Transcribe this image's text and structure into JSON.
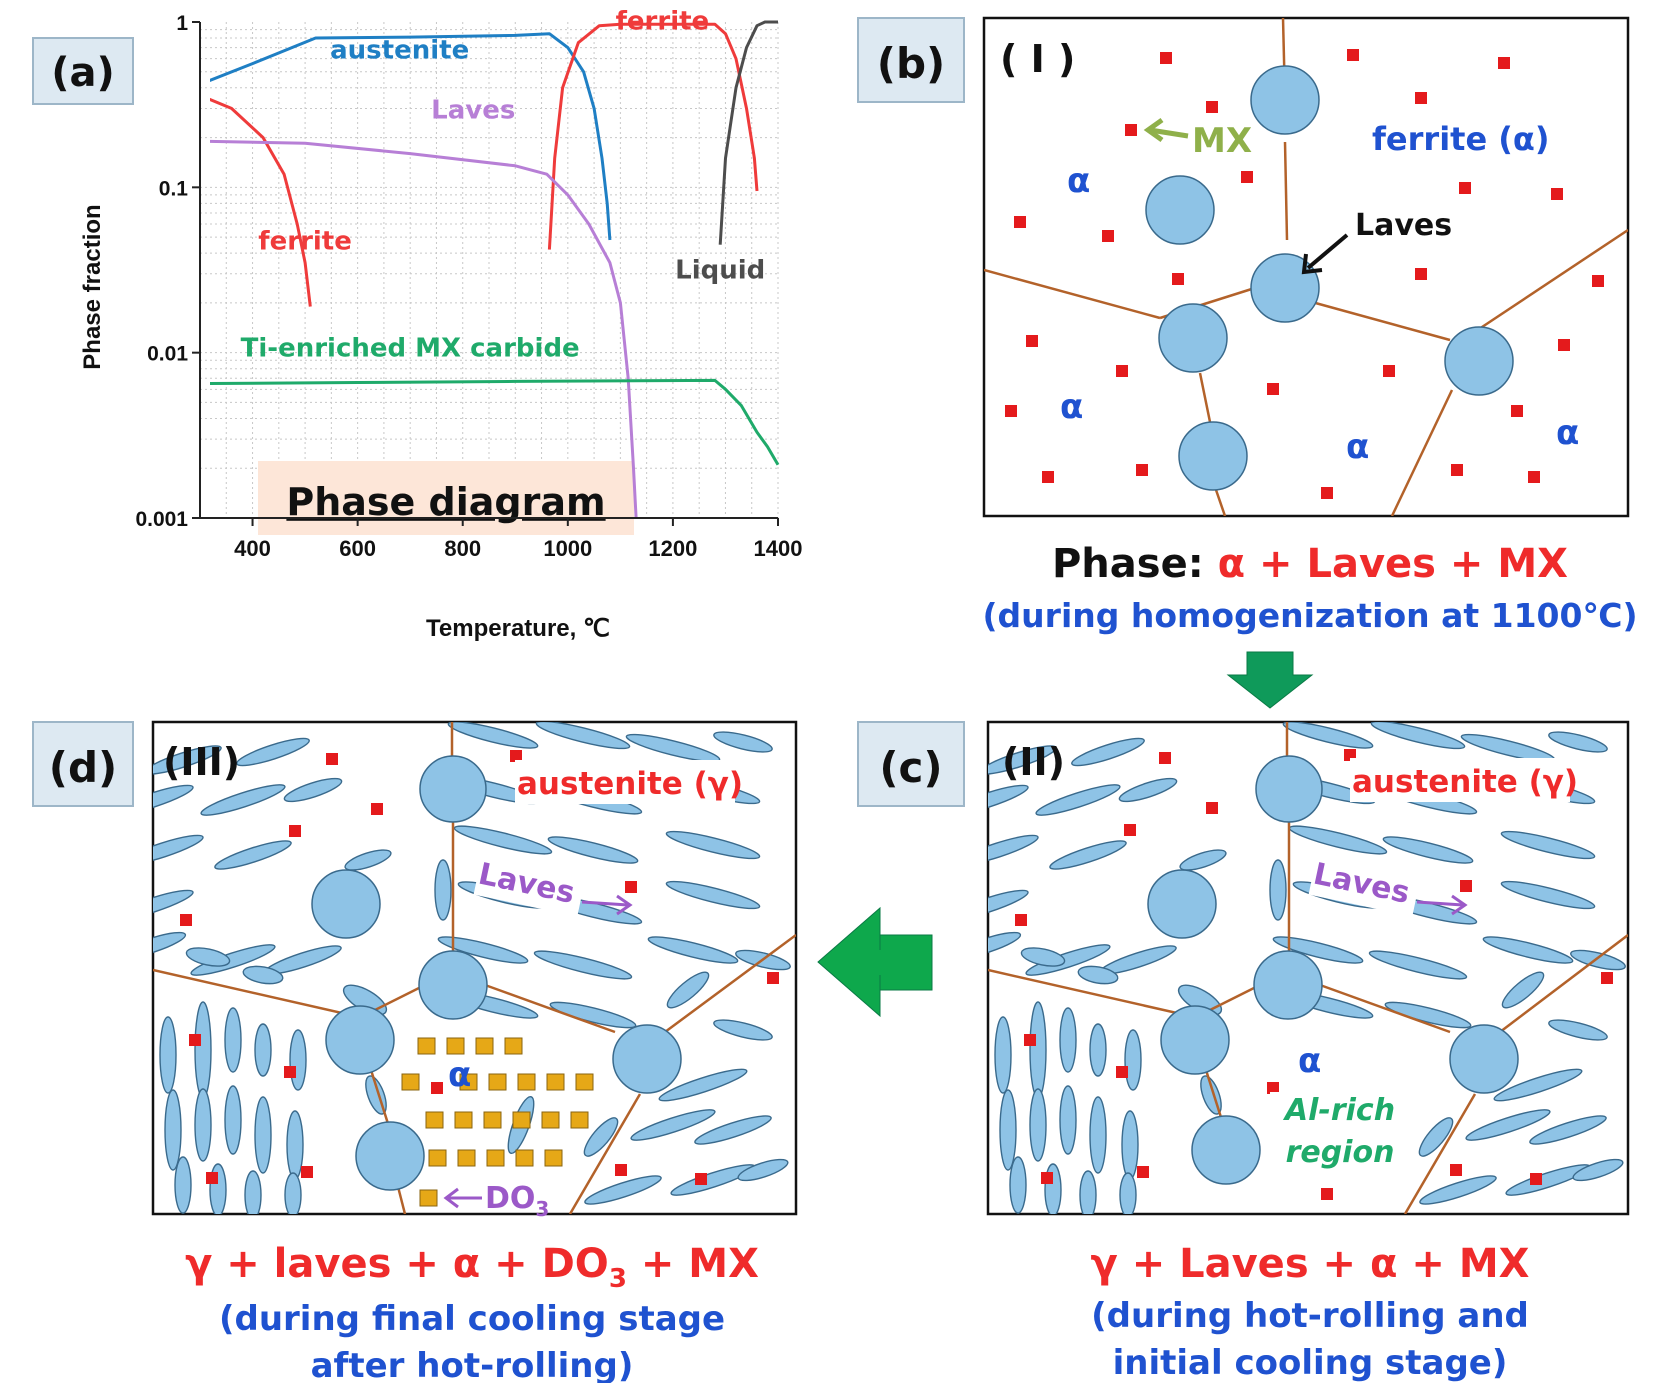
{
  "panels": {
    "a": {
      "tag": "(a)"
    },
    "b": {
      "tag": "(b)",
      "roman": "( I )",
      "phase_prefix": "Phase: ",
      "phase": "α + Laves + MX",
      "note": "(during homogenization at 1100℃)"
    },
    "c": {
      "tag": "(c)",
      "roman": "(II)",
      "phase": "γ + Laves + α + MX",
      "note_line1": "(during hot-rolling and",
      "note_line2": "initial cooling stage)"
    },
    "d": {
      "tag": "(d)",
      "roman": "(III)",
      "phase_pre": "γ + laves + α + DO",
      "phase_sub": "3",
      "phase_post": " + MX",
      "note_line1": "(during final cooling stage",
      "note_line2": "after hot-rolling)"
    }
  },
  "labels": {
    "alpha": "α",
    "mx": "MX",
    "ferrite_alpha": "ferrite (α)",
    "laves": "Laves",
    "austenite_gamma": "austenite (γ)",
    "laves_arrow": "Laves →",
    "al_rich_1": "Al-rich",
    "al_rich_2": "region",
    "do3": "DO",
    "do3_sub": "3"
  },
  "colors": {
    "austenite": "#1f7fc4",
    "ferrite": "#ef3b3b",
    "laves": "#b77fd6",
    "liquid": "#4d4d4d",
    "mx": "#1faa6a",
    "grain": "#ffffff",
    "particle_fill": "#8ec3e6",
    "boundary": "#b3622a",
    "mx_square": "#e41a1c",
    "do3_square": "#e6a817",
    "arrow_green": "#0ea84c"
  },
  "chart_data": {
    "type": "line",
    "title": "Phase diagram",
    "xlabel": "Temperature, ℃",
    "ylabel": "Phase fraction",
    "xlim": [
      300,
      1400
    ],
    "ylim": [
      0.001,
      1
    ],
    "yscale": "log",
    "xticks": [
      400,
      600,
      800,
      1000,
      1200,
      1400
    ],
    "yticks": [
      0.001,
      0.01,
      0.1,
      1
    ],
    "ytick_labels": [
      "0.001",
      "0.01",
      "0.1",
      "1"
    ],
    "grid": true,
    "series": [
      {
        "name": "austenite",
        "color": "#1f7fc4",
        "label_at": [
          680,
          0.6
        ],
        "points": [
          [
            300,
            0.42
          ],
          [
            400,
            0.56
          ],
          [
            520,
            0.8
          ],
          [
            700,
            0.81
          ],
          [
            900,
            0.83
          ],
          [
            965,
            0.85
          ],
          [
            1000,
            0.7
          ],
          [
            1030,
            0.5
          ],
          [
            1050,
            0.3
          ],
          [
            1065,
            0.15
          ],
          [
            1075,
            0.08
          ],
          [
            1080,
            0.048
          ]
        ]
      },
      {
        "name": "ferrite",
        "color": "#ef3b3b",
        "label_at": [
          1180,
          0.9
        ],
        "points": [
          [
            965,
            0.042
          ],
          [
            975,
            0.15
          ],
          [
            990,
            0.4
          ],
          [
            1020,
            0.75
          ],
          [
            1060,
            0.95
          ],
          [
            1100,
            0.97
          ],
          [
            1280,
            0.97
          ],
          [
            1300,
            0.85
          ],
          [
            1320,
            0.6
          ],
          [
            1340,
            0.3
          ],
          [
            1355,
            0.15
          ],
          [
            1360,
            0.095
          ]
        ]
      },
      {
        "name": "ferrite",
        "color": "#ef3b3b",
        "label_at": [
          500,
          0.042
        ],
        "points": [
          [
            300,
            0.36
          ],
          [
            360,
            0.3
          ],
          [
            420,
            0.2
          ],
          [
            460,
            0.12
          ],
          [
            485,
            0.06
          ],
          [
            500,
            0.035
          ],
          [
            510,
            0.019
          ]
        ]
      },
      {
        "name": "Laves",
        "color": "#b77fd6",
        "label_at": [
          820,
          0.26
        ],
        "points": [
          [
            300,
            0.19
          ],
          [
            500,
            0.185
          ],
          [
            700,
            0.16
          ],
          [
            900,
            0.135
          ],
          [
            960,
            0.12
          ],
          [
            1000,
            0.09
          ],
          [
            1040,
            0.06
          ],
          [
            1080,
            0.035
          ],
          [
            1100,
            0.02
          ],
          [
            1115,
            0.007
          ],
          [
            1125,
            0.002
          ],
          [
            1130,
            0.001
          ]
        ]
      },
      {
        "name": "Liquid",
        "color": "#4d4d4d",
        "label_at": [
          1290,
          0.028
        ],
        "points": [
          [
            1290,
            0.045
          ],
          [
            1300,
            0.15
          ],
          [
            1320,
            0.4
          ],
          [
            1340,
            0.7
          ],
          [
            1360,
            0.95
          ],
          [
            1375,
            1.0
          ],
          [
            1400,
            1.0
          ]
        ]
      },
      {
        "name": "Ti-enriched MX carbide",
        "color": "#1faa6a",
        "label_at": [
          700,
          0.0095
        ],
        "points": [
          [
            300,
            0.0065
          ],
          [
            600,
            0.0066
          ],
          [
            900,
            0.0067
          ],
          [
            1280,
            0.0068
          ],
          [
            1300,
            0.006
          ],
          [
            1330,
            0.0048
          ],
          [
            1360,
            0.0033
          ],
          [
            1380,
            0.0027
          ],
          [
            1400,
            0.0021
          ]
        ]
      }
    ]
  }
}
